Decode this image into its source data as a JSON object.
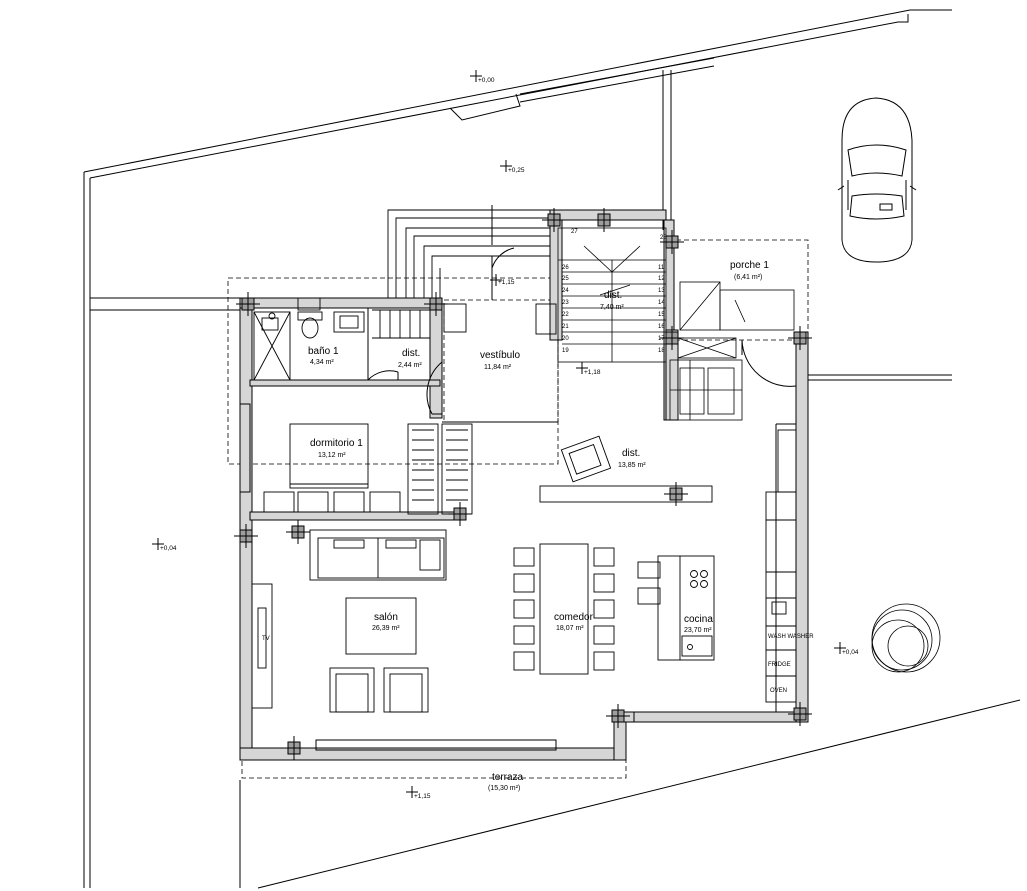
{
  "rooms": {
    "bano1": {
      "name": "baño 1",
      "area": "4,34 m²"
    },
    "dist_small": {
      "name": "dist.",
      "area": "2,44 m²"
    },
    "vestibulo": {
      "name": "vestíbulo",
      "area": "11,84 m²"
    },
    "dormitorio1": {
      "name": "dormitorio 1",
      "area": "13,12 m²"
    },
    "dist_main": {
      "name": "dist.",
      "area": "13,85 m²"
    },
    "porche1": {
      "name": "porche 1",
      "area": "(6,41 m²)"
    },
    "salon": {
      "name": "salón",
      "area": "26,39 m²"
    },
    "comedor": {
      "name": "comedor",
      "area": "18,07 m²"
    },
    "cocina": {
      "name": "cocina",
      "area": "23,70 m²"
    },
    "terraza": {
      "name": "terraza",
      "area": "(15,30 m²)"
    },
    "stair_dist": {
      "name": "dist.",
      "area": "7,40 m²"
    }
  },
  "levels": {
    "l1": "+0,00",
    "l2": "+0,25",
    "l3": "+1,15",
    "l4": "+1,18",
    "l5": "+0,04",
    "l6": "+0,04",
    "l7": "+1,15"
  },
  "appliances": {
    "tv": "TV",
    "washer": "WASH WASHER",
    "fridge": "FRIDGE",
    "oven": "OVEN"
  },
  "stair_steps": {
    "left": [
      "26",
      "25",
      "24",
      "23",
      "22",
      "21",
      "20",
      "19"
    ],
    "right": [
      "11",
      "12",
      "13",
      "14",
      "15",
      "16",
      "17",
      "18"
    ],
    "top_left": "27",
    "top_right": "28"
  }
}
